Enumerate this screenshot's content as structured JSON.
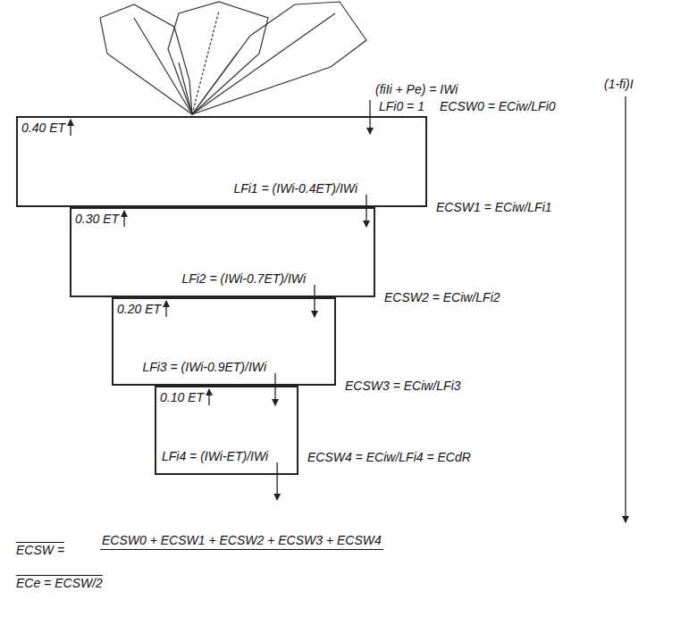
{
  "diagram": {
    "nodes": [
      {
        "text": [
          "0.40 ET",
          "LFi1 = (IWi-0.4ET)/IWi"
        ]
      },
      {
        "text": [
          "0.30 ET",
          "LFi2 = (IWi-0.7ET)/IWi"
        ]
      },
      {
        "text": [
          "0.20 ET",
          "LFi3 = (IWi-0.9ET)/IWi"
        ]
      },
      {
        "text": [
          "0.10 ET",
          "LFi4 = (IWi-ET)/IWi"
        ]
      }
    ],
    "labels": [
      "(fiIi + Pe) = IWi",
      "(1-fi)I",
      "LFi0 = 1",
      "ECSW0 = ECiw/LFi0",
      "ECSW1 = ECiw/LFi1",
      "ECSW2 = ECiw/LFi2",
      "ECSW3 = ECiw/LFi3",
      "ECSW4 = ECiw/LFi4 = ECdR",
      "ECSW =",
      "ECSW0 + ECSW1 + ECSW2 + ECSW3 + ECSW4",
      "ECe = ECSW/2"
    ]
  }
}
